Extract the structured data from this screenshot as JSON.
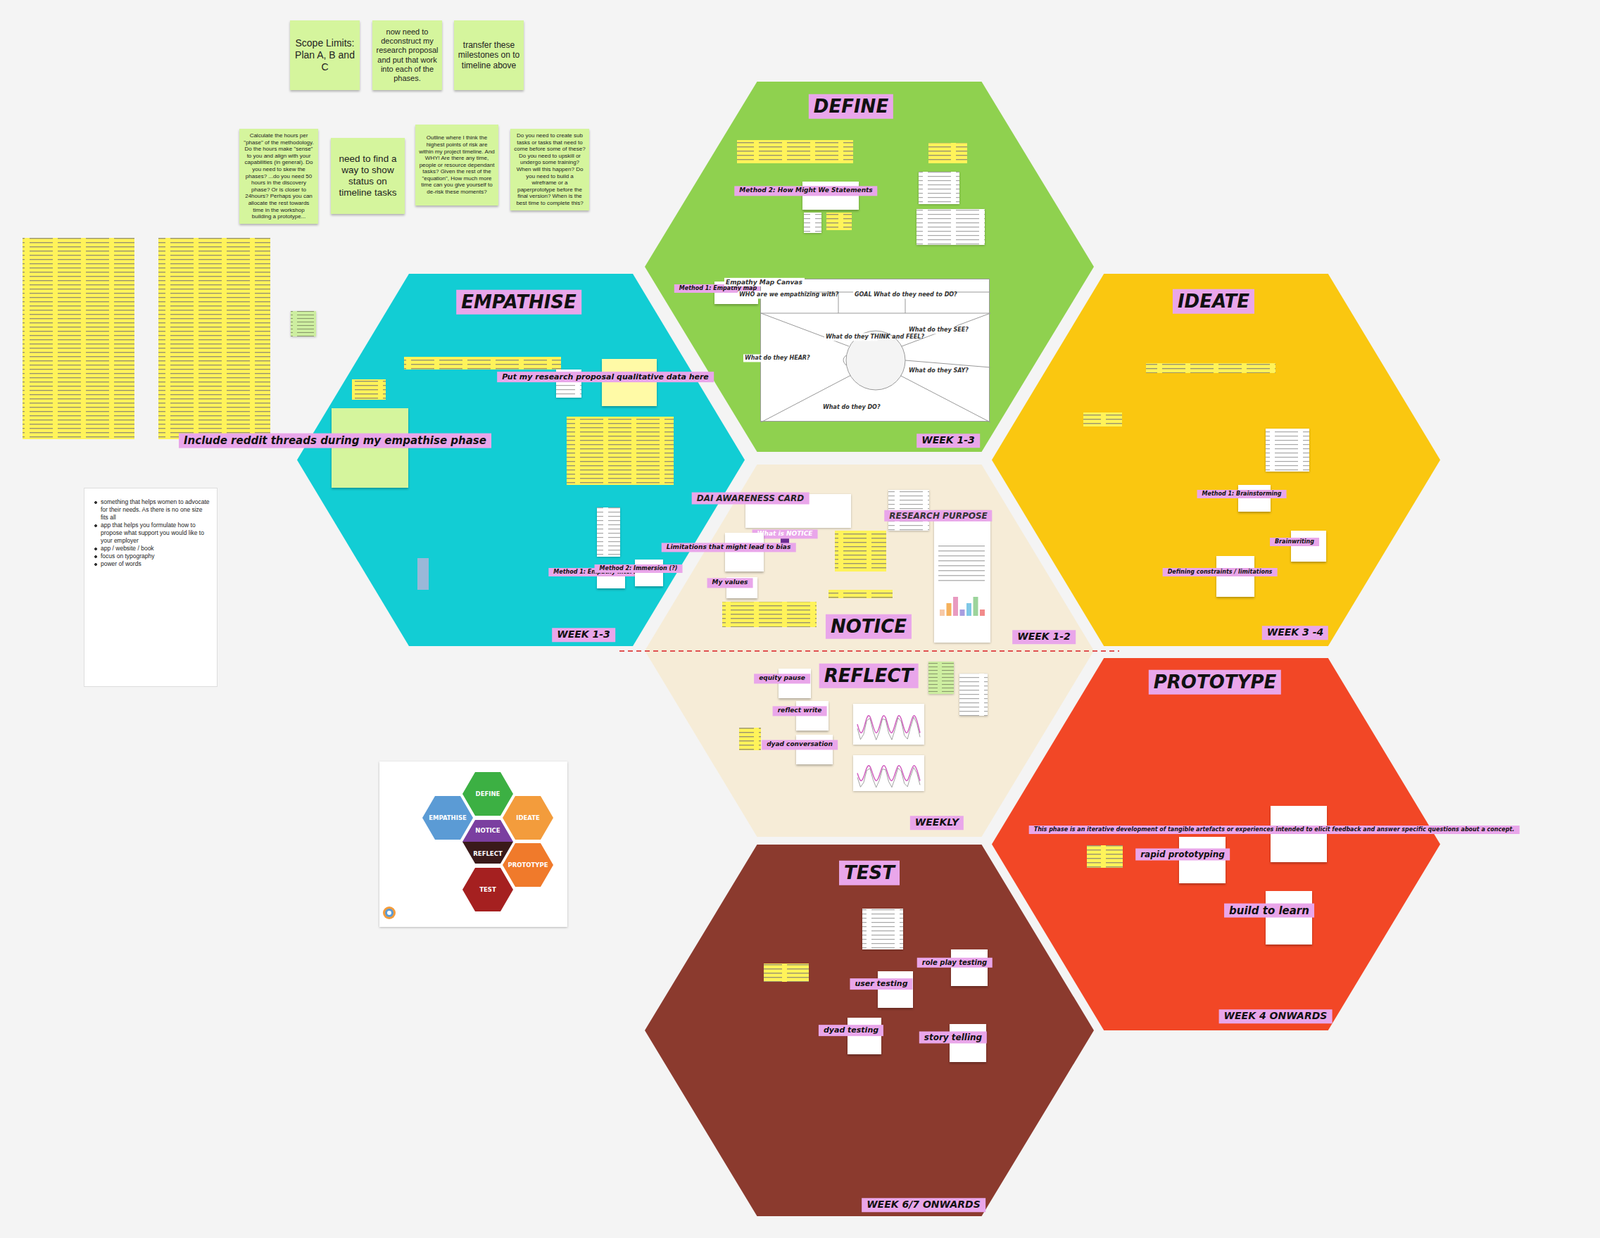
{
  "diagram": {
    "nodes": [
      {
        "text": [
          "Scope Limits: Plan A, B and C"
        ]
      },
      {
        "text": [
          "now need to deconstruct my research proposal and put that work into each of the phases."
        ]
      },
      {
        "text": [
          "transfer these milestones on to timeline above"
        ]
      },
      {
        "text": [
          "Calculate the hours per \"phase\" of the methodology. Do the hours make \"sense\" to you and align with your capabilities (in general). Do you need to skew the phases? ...do you need 50 hours in the discovery phase? Or is closer to 24hours? Perhaps you can allocate the rest towards time in the workshop building a prototype..."
        ]
      },
      {
        "text": [
          "need to find a way to show status on timeline tasks"
        ]
      },
      {
        "text": [
          "Outline where I think the highest points of risk are within my project timeline. And WHY! Are there any time, people or resource dependant tasks? Given the rest of the \"equation\", How much more time can you give yourself to de-risk these moments?"
        ]
      },
      {
        "text": [
          "Do you need to create sub tasks or tasks that need to come before some of these? Do you need to upskill or undergo some training? When will this happen? Do you need to build a wireframe or a paperprototype before the final version? When is the best time to complete this?"
        ]
      },
      {
        "text": [
          "something that helps women to advocate for their needs. As there is no one size fits all",
          "app that helps you formulate how to propose what support you would like to your employer",
          "app / website / book",
          "focus on typography",
          "power of words"
        ]
      },
      {
        "text": [
          "DEFINE",
          "WEEK 1-3"
        ]
      },
      {
        "text": [
          "Method 2: How Might We Statements"
        ],
        "in": 8
      },
      {
        "text": [
          "Method 1: Empathy map"
        ],
        "in": 8
      },
      {
        "text": [
          "Empathy Map Canvas",
          "WHO are we empathizing with?",
          "GOAL",
          "What do they need to DO?",
          "What do they SEE?",
          "What do they SAY?",
          "What do they DO?",
          "What do they HEAR?",
          "What do they THINK and FEEL?"
        ],
        "in": 8
      },
      {
        "text": [
          "EMPATHISE",
          "WEEK 1-3"
        ]
      },
      {
        "text": [
          "Put my research proposal qualitative data here"
        ],
        "in": 12
      },
      {
        "text": [
          "Include reddit threads during my empathise phase"
        ],
        "in": 12
      },
      {
        "text": [
          "Method 1: Empathy interview"
        ],
        "in": 12
      },
      {
        "text": [
          "Method 2: Immersion (?)"
        ],
        "in": 12
      },
      {
        "text": [
          "IDEATE",
          "WEEK 3 -4"
        ]
      },
      {
        "text": [
          "Method 1: Brainstorming"
        ],
        "in": 17
      },
      {
        "text": [
          "Brainwriting"
        ],
        "in": 17
      },
      {
        "text": [
          "Defining constraints / limitations"
        ],
        "in": 17
      },
      {
        "text": [
          "NOTICE",
          "WEEK 1-2",
          "REFLECT",
          "WEEKLY"
        ]
      },
      {
        "text": [
          "DAI AWARENESS CARD"
        ],
        "in": 21
      },
      {
        "text": [
          "What is NOTICE"
        ],
        "in": 21
      },
      {
        "text": [
          "Limitations that might lead to bias"
        ],
        "in": 21
      },
      {
        "text": [
          "My values"
        ],
        "in": 21
      },
      {
        "text": [
          "RESEARCH PURPOSE"
        ],
        "in": 21
      },
      {
        "text": [
          "equity pause"
        ],
        "in": 21
      },
      {
        "text": [
          "reflect write"
        ],
        "in": 21
      },
      {
        "text": [
          "dyad conversation"
        ],
        "in": 21
      },
      {
        "text": [
          "PROTOTYPE",
          "WEEK 4 ONWARDS"
        ]
      },
      {
        "text": [
          "This phase is an iterative development of tangible artefacts or experiences intended to elicit feedback and answer specific questions about a concept."
        ],
        "in": 30
      },
      {
        "text": [
          "rapid prototyping"
        ],
        "in": 30
      },
      {
        "text": [
          "build to learn"
        ],
        "in": 30
      },
      {
        "text": [
          "TEST",
          "WEEK 6/7 ONWARDS"
        ]
      },
      {
        "text": [
          "role play testing"
        ],
        "in": 34
      },
      {
        "text": [
          "user testing"
        ],
        "in": 34
      },
      {
        "text": [
          "dyad testing"
        ],
        "in": 34
      },
      {
        "text": [
          "story telling"
        ],
        "in": 34
      },
      {
        "text": [
          "DEFINE"
        ]
      },
      {
        "text": [
          "EMPATHISE"
        ]
      },
      {
        "text": [
          "IDEATE"
        ]
      },
      {
        "text": [
          "NOTICE"
        ]
      },
      {
        "text": [
          "REFLECT"
        ]
      },
      {
        "text": [
          "PROTOTYPE"
        ]
      },
      {
        "text": [
          "TEST"
        ]
      }
    ]
  }
}
